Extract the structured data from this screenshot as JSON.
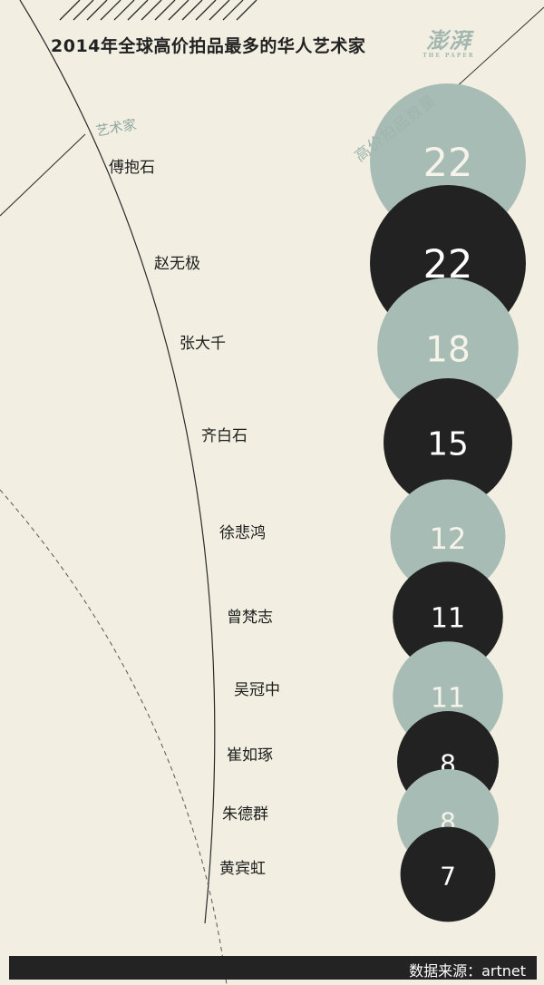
{
  "title": "2014年全球高价拍品最多的华人艺术家",
  "logo": {
    "cn": "澎湃",
    "en": "THE PAPER"
  },
  "artists_heading": "艺术家",
  "count_heading": "高价拍品数量",
  "source": "数据来源：artnet",
  "colors": {
    "background": "#f2efe2",
    "dark": "#222222",
    "sage": "#a7bcb4",
    "dark_text": "#ffffff",
    "sage_text": "#f5f3ea"
  },
  "chart_data": {
    "type": "bubble",
    "title": "2014年全球高价拍品最多的华人艺术家",
    "categories": [
      "傅抱石",
      "赵无极",
      "张大千",
      "齐白石",
      "徐悲鸿",
      "曾梵志",
      "吴冠中",
      "崔如琢",
      "朱德群",
      "黄宾虹"
    ],
    "values": [
      22,
      22,
      18,
      15,
      12,
      11,
      11,
      8,
      8,
      7
    ],
    "series": [
      {
        "name": "高价拍品数量",
        "values": [
          22,
          22,
          18,
          15,
          12,
          11,
          11,
          8,
          8,
          7
        ]
      }
    ],
    "legend": "none"
  }
}
